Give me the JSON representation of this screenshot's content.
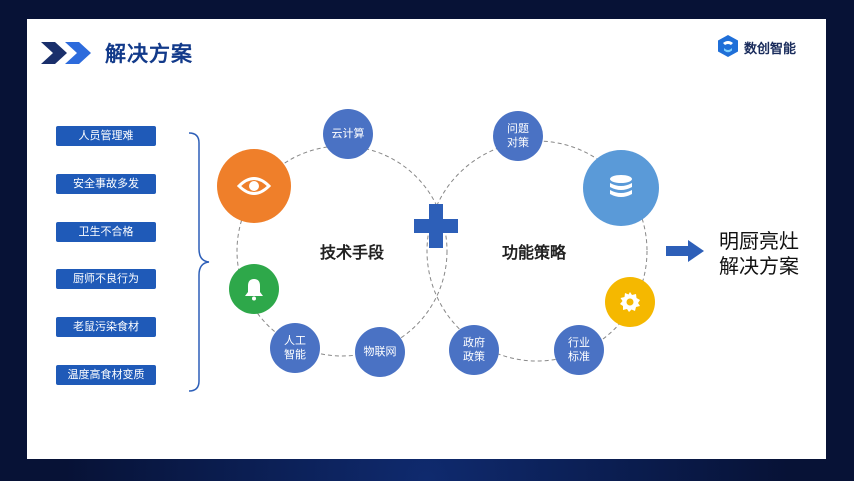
{
  "slide": {
    "title": "解决方案",
    "brand": "数创智能"
  },
  "problems": [
    "人员管理难",
    "安全事故多发",
    "卫生不合格",
    "厨师不良行为",
    "老鼠污染食材",
    "温度高食材变质"
  ],
  "venn": {
    "left_label": "技术手段",
    "right_label": "功能策略",
    "nodes": {
      "cloud": "云计算",
      "ai": [
        "人工",
        "智能"
      ],
      "iot": "物联网",
      "issues": [
        "问题",
        "对策"
      ],
      "policy": [
        "政府",
        "政策"
      ],
      "industry": [
        "行业",
        "标准"
      ]
    }
  },
  "result": [
    "明厨亮灶",
    "解决方案"
  ],
  "colors": {
    "accent_blue": "#1f5ab8",
    "node_blue": "#4a72c4",
    "orange": "#ef7f2a",
    "green": "#2ea84a",
    "light_blue": "#5a9ad8",
    "yellow": "#f5b800"
  },
  "icons": [
    "double-chevron-icon",
    "brand-logo-icon",
    "eye-icon",
    "bell-icon",
    "database-icon",
    "gear-icon",
    "plus-icon",
    "arrow-right-icon"
  ]
}
